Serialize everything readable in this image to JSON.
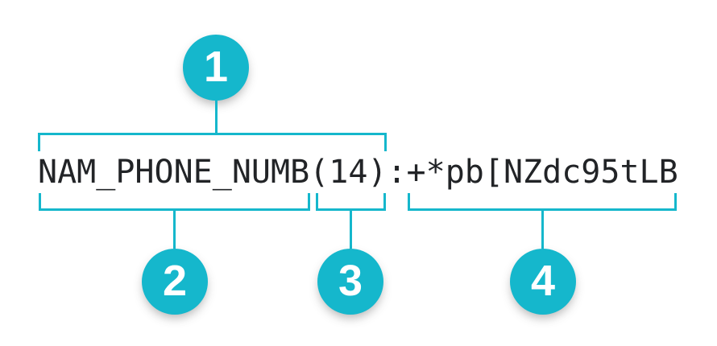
{
  "diagram": {
    "string": "NAM_PHONE_NUMB(14):+*pb[NZdc95tLB",
    "segments": {
      "full_field": "NAM_PHONE_NUMB(14)",
      "field_name": "NAM_PHONE_NUMB",
      "field_length": "(14)",
      "separator": ":",
      "field_value": "+*pb[NZdc95tLB"
    },
    "callouts": [
      {
        "number": "1",
        "refers_to": "NAM_PHONE_NUMB(14)"
      },
      {
        "number": "2",
        "refers_to": "NAM_PHONE_NUMB"
      },
      {
        "number": "3",
        "refers_to": "(14)"
      },
      {
        "number": "4",
        "refers_to": "+*pb[NZdc95tLB"
      }
    ],
    "colors": {
      "accent": "#15b7cc",
      "text": "#222427",
      "background": "#ffffff",
      "callout_number": "#ffffff"
    }
  }
}
